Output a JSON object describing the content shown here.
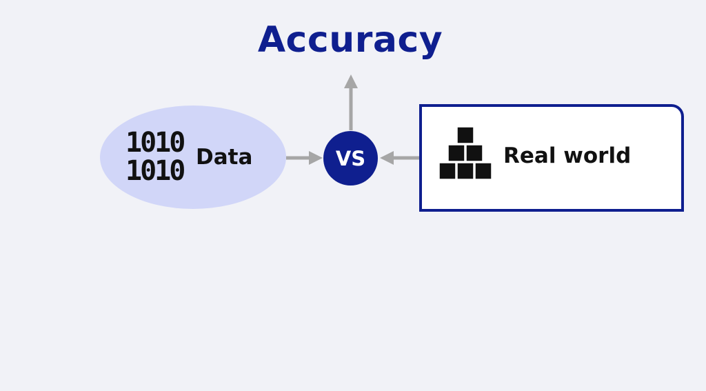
{
  "title": "Accuracy",
  "data_node": {
    "binary_lines": [
      "1010",
      "1010"
    ],
    "label": "Data",
    "fill": "#d1d6f8"
  },
  "vs_node": {
    "label": "VS",
    "fill": "#0f1f8f"
  },
  "real_world_node": {
    "label": "Real world",
    "icon": "stacked-boxes-icon",
    "border": "#0f1f8f"
  },
  "colors": {
    "title": "#0f1f8f",
    "arrow": "#a6a6a6",
    "background": "#f1f2f7"
  }
}
